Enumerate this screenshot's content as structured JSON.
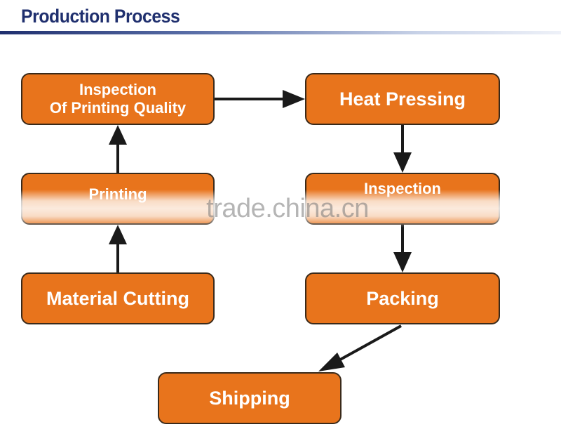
{
  "title": "Production Process",
  "steps": {
    "inspection_printing": "Inspection\nOf  Printing  Quality",
    "heat_pressing": "Heat Pressing",
    "printing": "Printing",
    "inspection": "Inspection",
    "material_cutting": "Material Cutting",
    "packing": "Packing",
    "shipping": "Shipping"
  },
  "watermark": "trade.china.cn",
  "colors": {
    "box_fill": "#e8741c",
    "box_border": "#3a2a1a",
    "title": "#1f2f6e",
    "arrow": "#1a1a1a"
  }
}
